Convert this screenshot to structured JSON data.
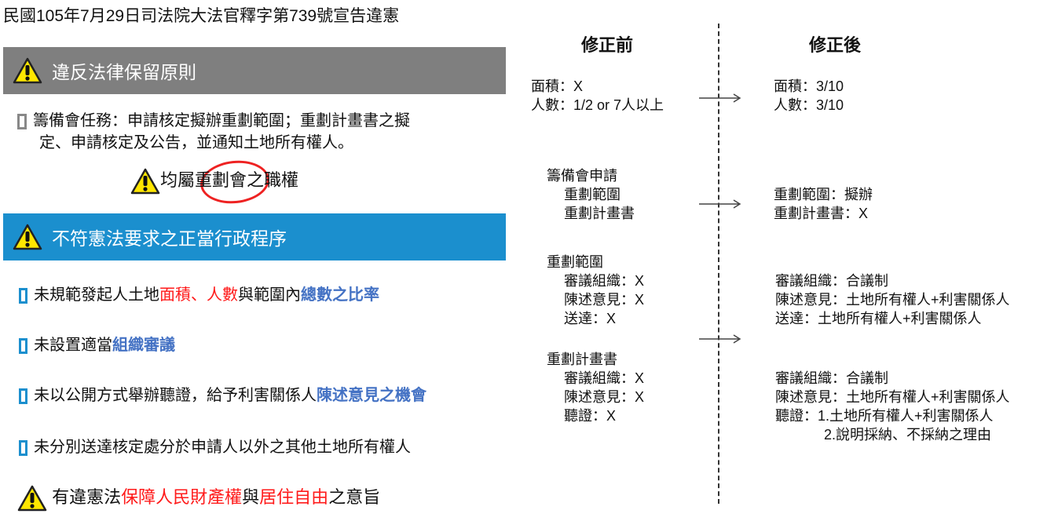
{
  "title": "民國105年7月29日司法院大法官釋字第739號宣告違憲",
  "sections": {
    "s1": {
      "heading": "違反法律保留原則",
      "bullet": [
        "籌備會任務：申請核定擬辦重劃範圍；重劃計畫書之擬",
        "定、申請核定及公告，並通知土地所有權人。"
      ],
      "note": [
        "均屬",
        "重劃會",
        "之職權"
      ]
    },
    "s2": {
      "heading": "不符憲法要求之正當行政程序",
      "b1": [
        "未規範發起人土地",
        "面積、人數",
        "與範圍內",
        "總數之比率"
      ],
      "b2": [
        "未設置適當",
        "組織審議"
      ],
      "b3": [
        "未以公開方式舉辦聽證，給予利害關係人",
        "陳述意見之機會"
      ],
      "b4": "未分別送達核定處分於申請人以外之其他土地所有權人",
      "conclusion": [
        "有違憲法",
        "保障人民財產權",
        "與",
        "居住自由",
        "之意旨"
      ]
    }
  },
  "colors": {
    "gray_banner": "#7f7f7f",
    "blue_banner": "#1b8fce",
    "red": "#ff1a1a",
    "blue_text": "#4472c4"
  },
  "compare": {
    "before_header": "修正前",
    "after_header": "修正後",
    "before": [
      [
        "面積：X",
        "人數：1/2 or 7人以上"
      ],
      [
        "籌備會申請",
        "重劃範圍",
        "重劃計畫書"
      ],
      [
        "重劃範圍",
        "審議組織：X",
        "陳述意見：X",
        "送達：X"
      ],
      [
        "重劃計畫書",
        "審議組織：X",
        "陳述意見：X",
        "聽證：X"
      ]
    ],
    "after": [
      [
        "面積：3/10",
        "人數：3/10"
      ],
      [
        "重劃範圍：擬辦",
        "重劃計畫書：X"
      ],
      [
        "審議組織：合議制",
        "陳述意見：土地所有權人+利害關係人",
        "送達：土地所有權人+利害關係人"
      ],
      [
        "審議組織：合議制",
        "陳述意見：土地所有權人+利害關係人",
        "聽證：1.土地所有權人+利害關係人",
        "2.說明採納、不採納之理由"
      ]
    ]
  }
}
